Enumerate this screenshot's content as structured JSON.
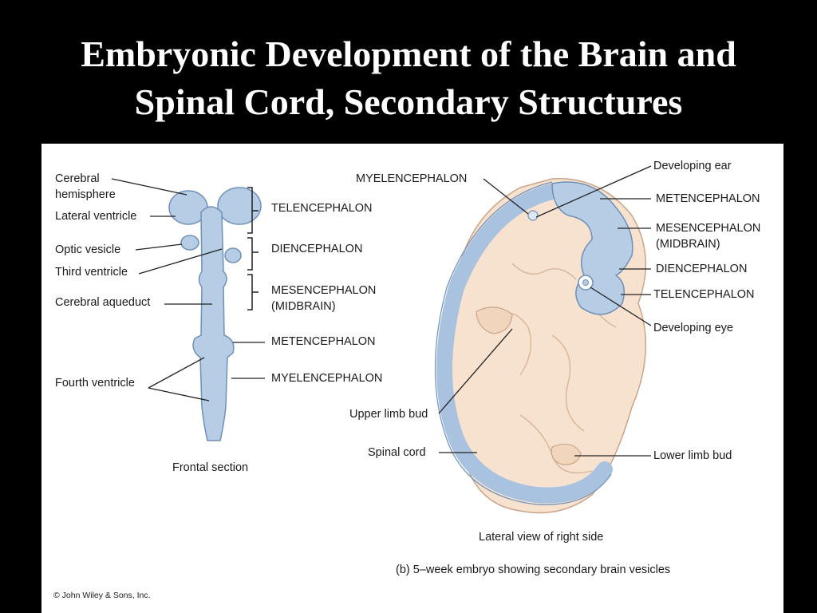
{
  "slide": {
    "title_line1": "Embryonic Development of the Brain and",
    "title_line2": "Spinal Cord, Secondary Structures"
  },
  "colors": {
    "background": "#000000",
    "title": "#ffffff",
    "panel": "#ffffff",
    "neural_tube": "#b7cde6",
    "neural_tube_outline": "#6f90b7",
    "embryo_tissue": "#f6e2cf",
    "embryo_outline": "#caa58a",
    "leader_line": "#222222"
  },
  "left_figure": {
    "labels": {
      "cerebral_hemisphere": "Cerebral\nhemisphere",
      "lateral_ventricle": "Lateral ventricle",
      "optic_vesicle": "Optic vesicle",
      "third_ventricle": "Third ventricle",
      "cerebral_aqueduct": "Cerebral aqueduct",
      "fourth_ventricle": "Fourth ventricle"
    },
    "regions": {
      "telencephalon": "TELENCEPHALON",
      "diencephalon": "DIENCEPHALON",
      "mesencephalon": "MESENCEPHALON\n(MIDBRAIN)",
      "metencephalon": "METENCEPHALON",
      "myelencephalon": "MYELENCEPHALON"
    },
    "caption": "Frontal section"
  },
  "right_figure": {
    "labels": {
      "myelencephalon": "MYELENCEPHALON",
      "developing_ear": "Developing ear",
      "metencephalon": "METENCEPHALON",
      "mesencephalon": "MESENCEPHALON\n(MIDBRAIN)",
      "diencephalon": "DIENCEPHALON",
      "telencephalon": "TELENCEPHALON",
      "developing_eye": "Developing eye",
      "upper_limb_bud": "Upper limb bud",
      "spinal_cord": "Spinal cord",
      "lower_limb_bud": "Lower limb bud"
    },
    "caption_view": "Lateral view of right side",
    "caption": "(b) 5–week embryo showing secondary brain vesicles"
  },
  "copyright": "© John Wiley & Sons, Inc."
}
